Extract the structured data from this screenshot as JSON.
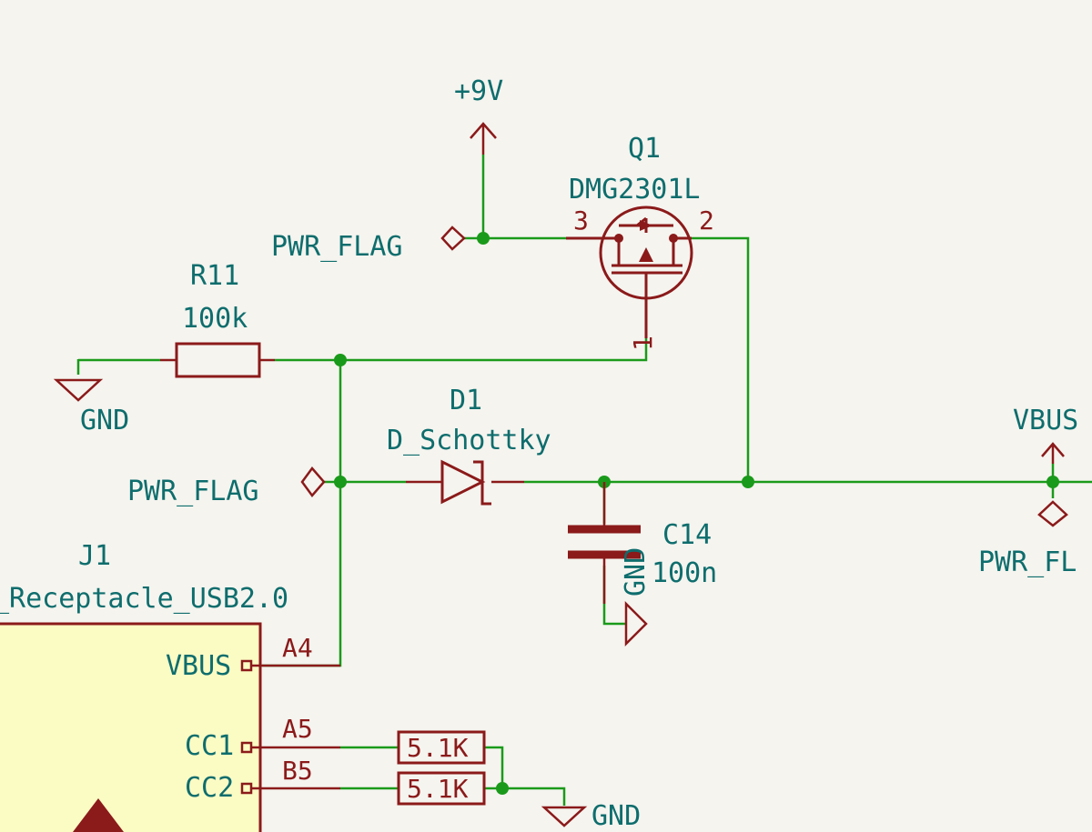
{
  "colors": {
    "background": "#f5f4ef",
    "wire": "#1a9a1a",
    "symbol": "#8b1a1a",
    "label": "#0e6d6d",
    "connector_fill": "#fbfbc4"
  },
  "power": {
    "plus9v": "+9V",
    "vbus": "VBUS",
    "gnd": "GND",
    "pwr_flag": "PWR_FLAG",
    "pwr_flag_cut": "PWR_FL"
  },
  "q1": {
    "ref": "Q1",
    "value": "DMG2301L",
    "pin_gate": "1",
    "pin_drain": "2",
    "pin_source": "3"
  },
  "r11": {
    "ref": "R11",
    "value": "100k"
  },
  "d1": {
    "ref": "D1",
    "value": "D_Schottky"
  },
  "c14": {
    "ref": "C14",
    "value": "100n"
  },
  "j1": {
    "ref": "J1",
    "value": "_Receptacle_USB2.0",
    "pins": [
      {
        "name": "VBUS",
        "num": "A4"
      },
      {
        "name": "CC1",
        "num": "A5"
      },
      {
        "name": "CC2",
        "num": "B5"
      }
    ]
  },
  "cc_resistors": [
    "5.1K",
    "5.1K"
  ]
}
